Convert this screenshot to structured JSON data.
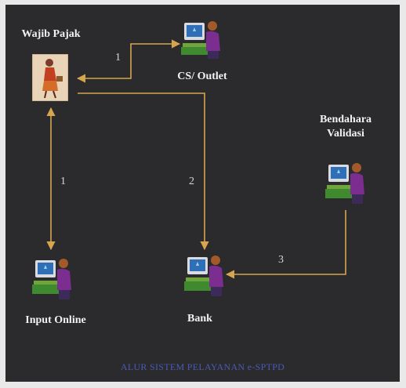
{
  "nodes": {
    "wajib_pajak": "Wajib Pajak",
    "cs_outlet": "CS/ Outlet",
    "bendahara_line1": "Bendahara",
    "bendahara_line2": "Validasi",
    "input_online": "Input Online",
    "bank": "Bank"
  },
  "steps": {
    "step_cs": "1",
    "step_input": "1",
    "step_bank": "2",
    "step_bendahara": "3"
  },
  "caption": "ALUR SISTEM PELAYANAN e-SPTPD",
  "colors": {
    "background": "#2b2a2d",
    "arrow": "#d6a64e",
    "caption": "#4a5bb4"
  },
  "icons": [
    "taxpayer-figure-icon",
    "computer-user-icon"
  ]
}
